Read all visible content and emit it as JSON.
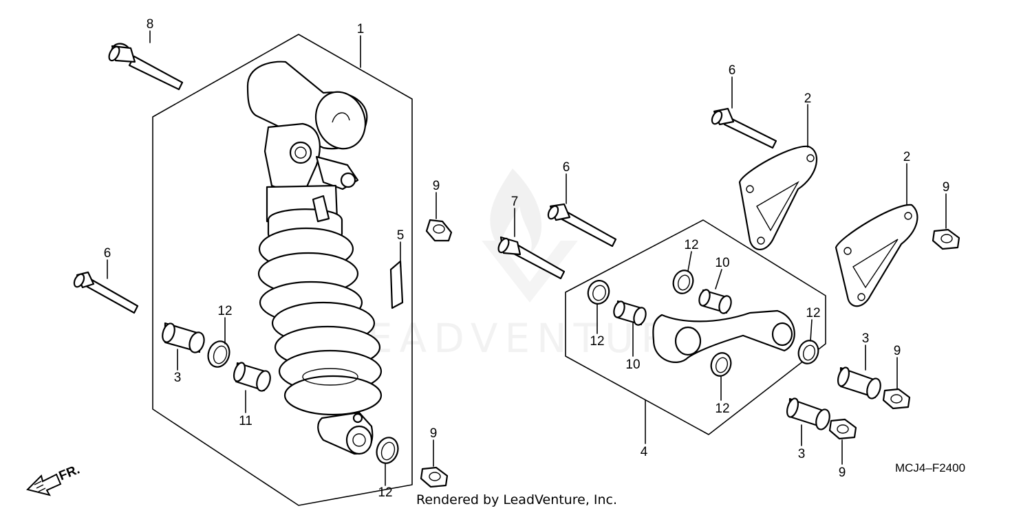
{
  "diagram": {
    "watermark_text": "LEADVENTURE",
    "diagram_code": "MCJ4–F2400",
    "credit": "Rendered by LeadVenture, Inc.",
    "front_label": "FR.",
    "callouts": [
      {
        "id": "c1",
        "text": "1"
      },
      {
        "id": "c8",
        "text": "8"
      },
      {
        "id": "c6a",
        "text": "6"
      },
      {
        "id": "c12a",
        "text": "12"
      },
      {
        "id": "c3a",
        "text": "3"
      },
      {
        "id": "c11",
        "text": "11"
      },
      {
        "id": "c5",
        "text": "5"
      },
      {
        "id": "c9a",
        "text": "9"
      },
      {
        "id": "c9b",
        "text": "9"
      },
      {
        "id": "c12b",
        "text": "12"
      },
      {
        "id": "c6b",
        "text": "6"
      },
      {
        "id": "c7",
        "text": "7"
      },
      {
        "id": "c6c",
        "text": "6"
      },
      {
        "id": "c2a",
        "text": "2"
      },
      {
        "id": "c2b",
        "text": "2"
      },
      {
        "id": "c9c",
        "text": "9"
      },
      {
        "id": "c12c",
        "text": "12"
      },
      {
        "id": "c10a",
        "text": "10"
      },
      {
        "id": "c12d",
        "text": "12"
      },
      {
        "id": "c10b",
        "text": "10"
      },
      {
        "id": "c12e",
        "text": "12"
      },
      {
        "id": "c12f",
        "text": "12"
      },
      {
        "id": "c4",
        "text": "4"
      },
      {
        "id": "c3b",
        "text": "3"
      },
      {
        "id": "c9d",
        "text": "9"
      },
      {
        "id": "c3c",
        "text": "3"
      },
      {
        "id": "c9e",
        "text": "9"
      }
    ]
  }
}
